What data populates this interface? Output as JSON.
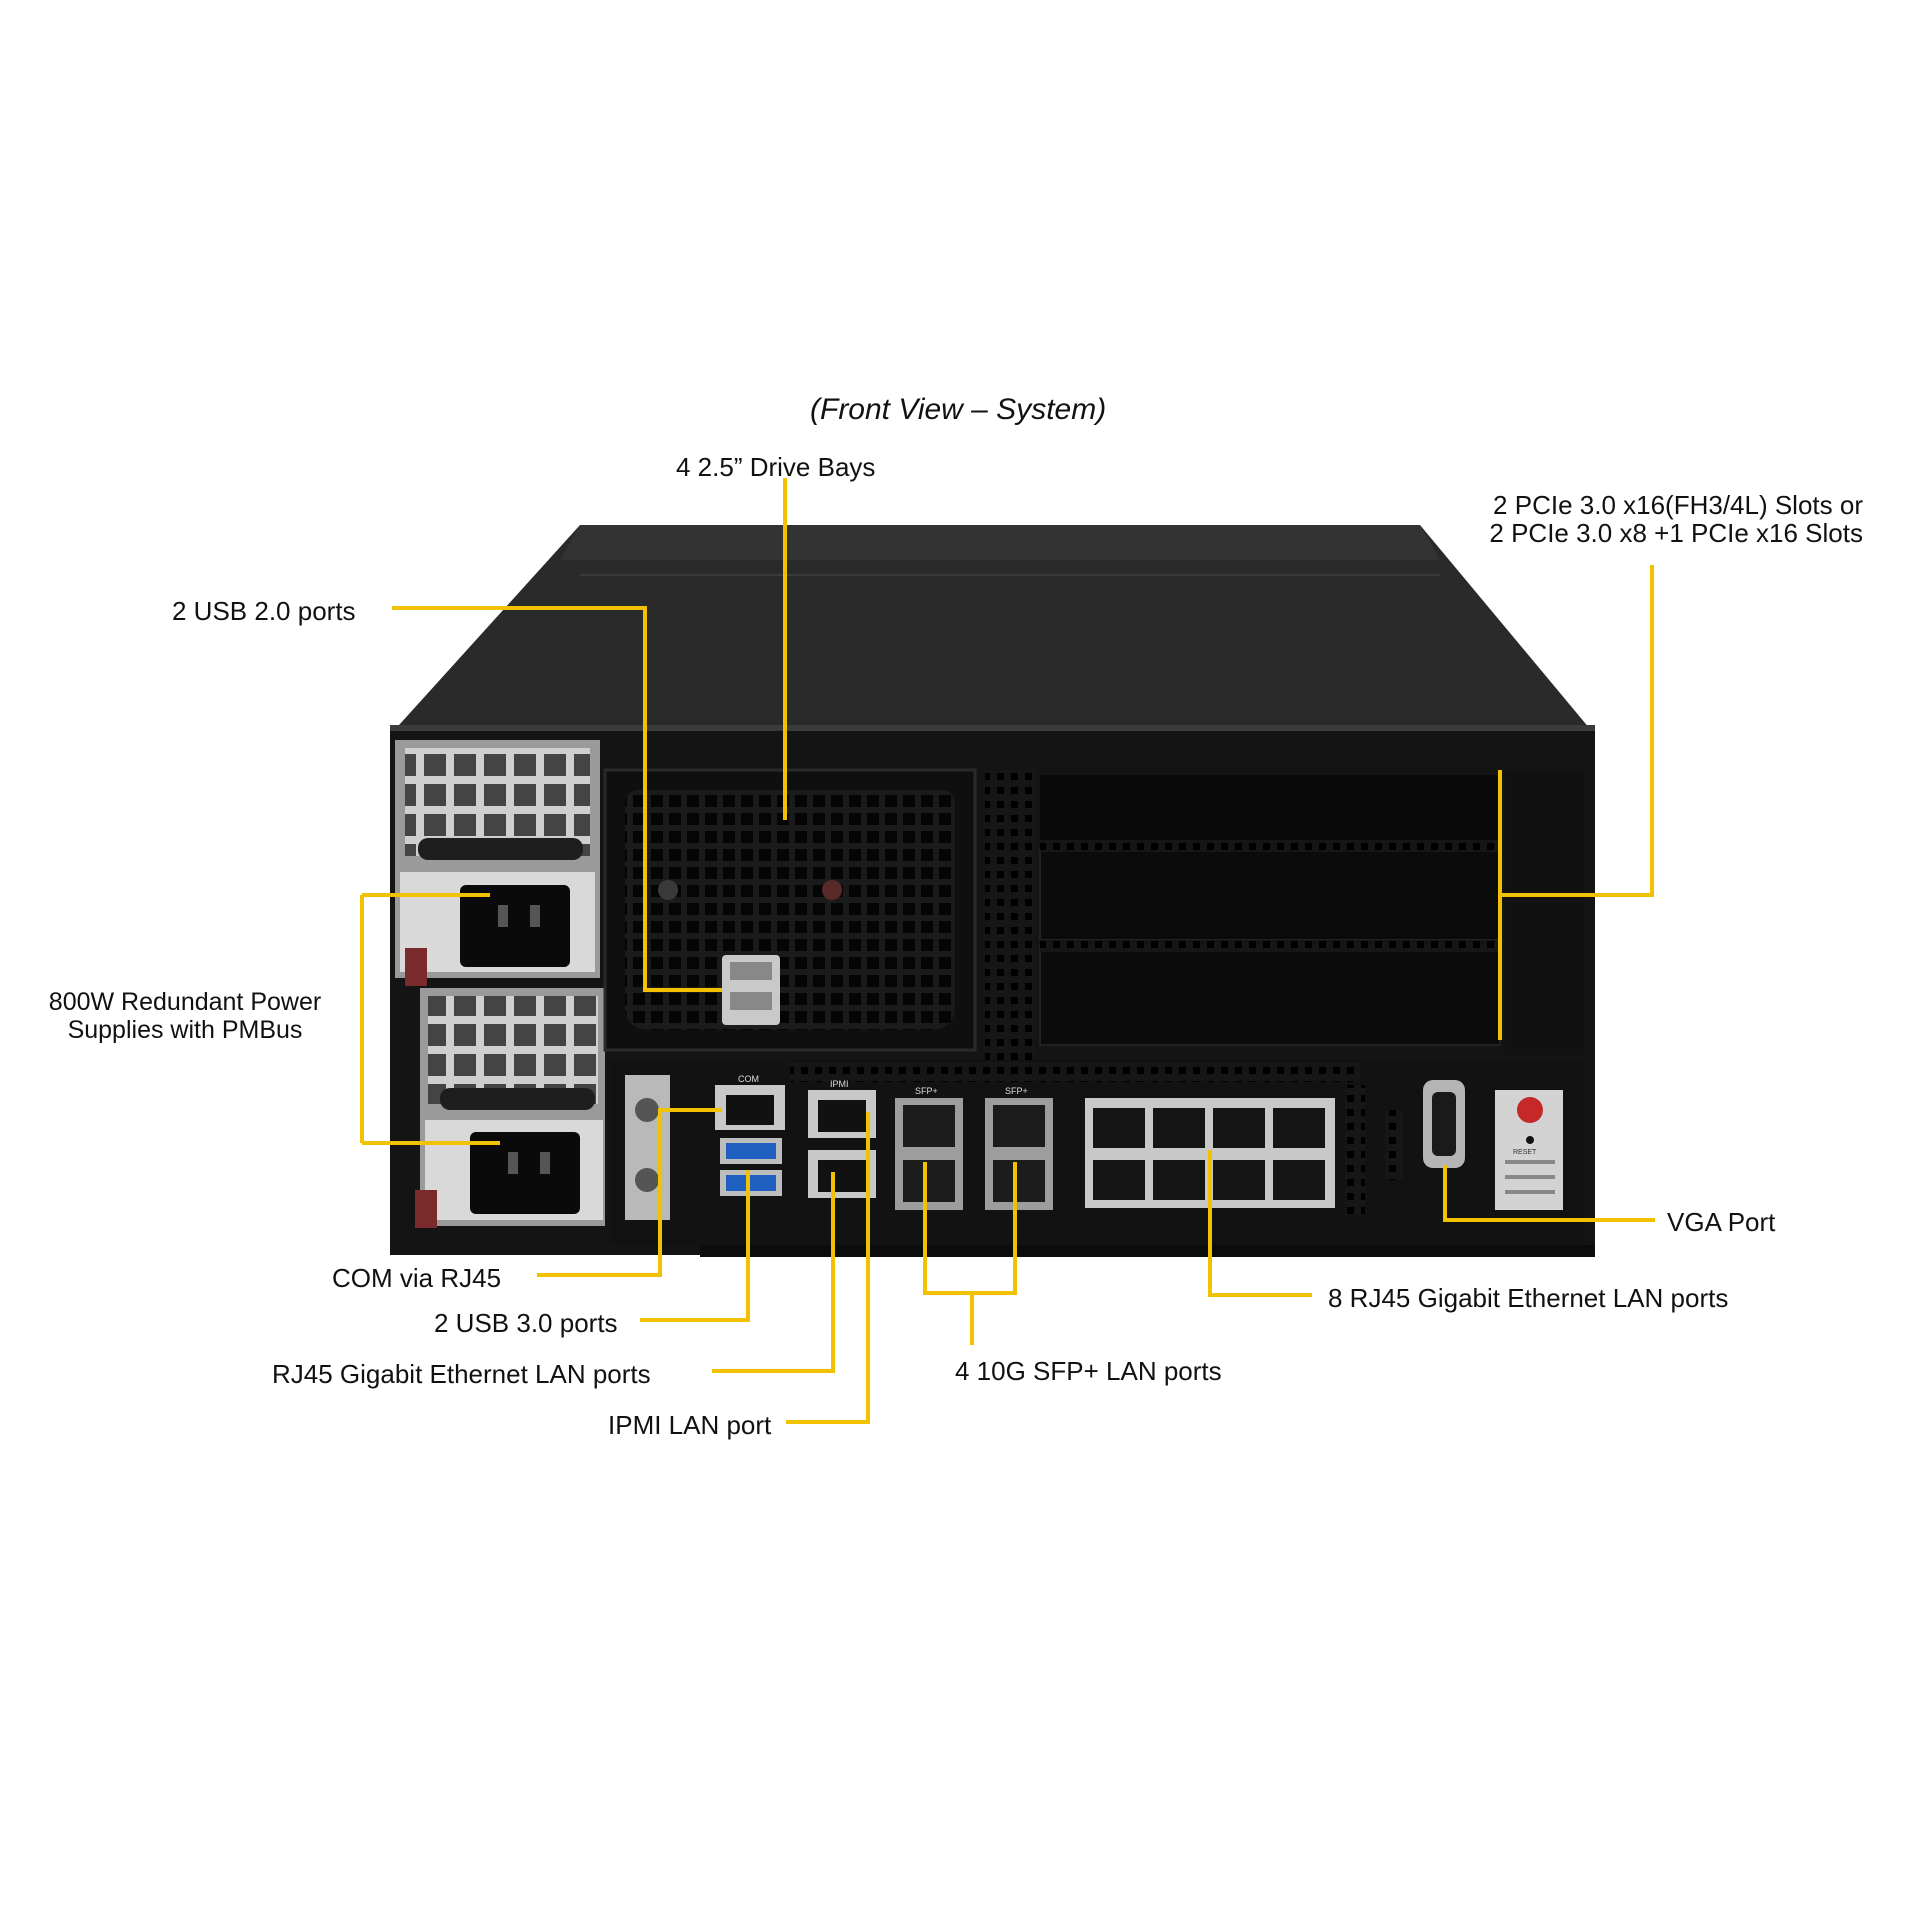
{
  "diagram": {
    "title": "(Front View – System)",
    "leader_color": "#f2c200",
    "labels": {
      "drive_bays": "4 2.5” Drive Bays",
      "pcie_line1": "2 PCIe 3.0 x16(FH3/4L) Slots or",
      "pcie_line2": "2 PCIe 3.0 x8 +1 PCIe x16 Slots",
      "usb20": "2 USB 2.0 ports",
      "psu_line1": "800W Redundant Power",
      "psu_line2": "Supplies with PMBus",
      "com": "COM via RJ45",
      "usb30": "2 USB 3.0 ports",
      "rj45_lan": "RJ45 Gigabit Ethernet LAN ports",
      "ipmi": "IPMI LAN port",
      "sfp": "4 10G SFP+ LAN ports",
      "rj45_8": "8 RJ45 Gigabit Ethernet LAN ports",
      "vga": "VGA Port"
    },
    "panel_marks": {
      "com": "COM",
      "ipmi": "IPMI",
      "sfp_a": "SFP+",
      "sfp_b": "SFP+",
      "reset": "RESET"
    }
  }
}
